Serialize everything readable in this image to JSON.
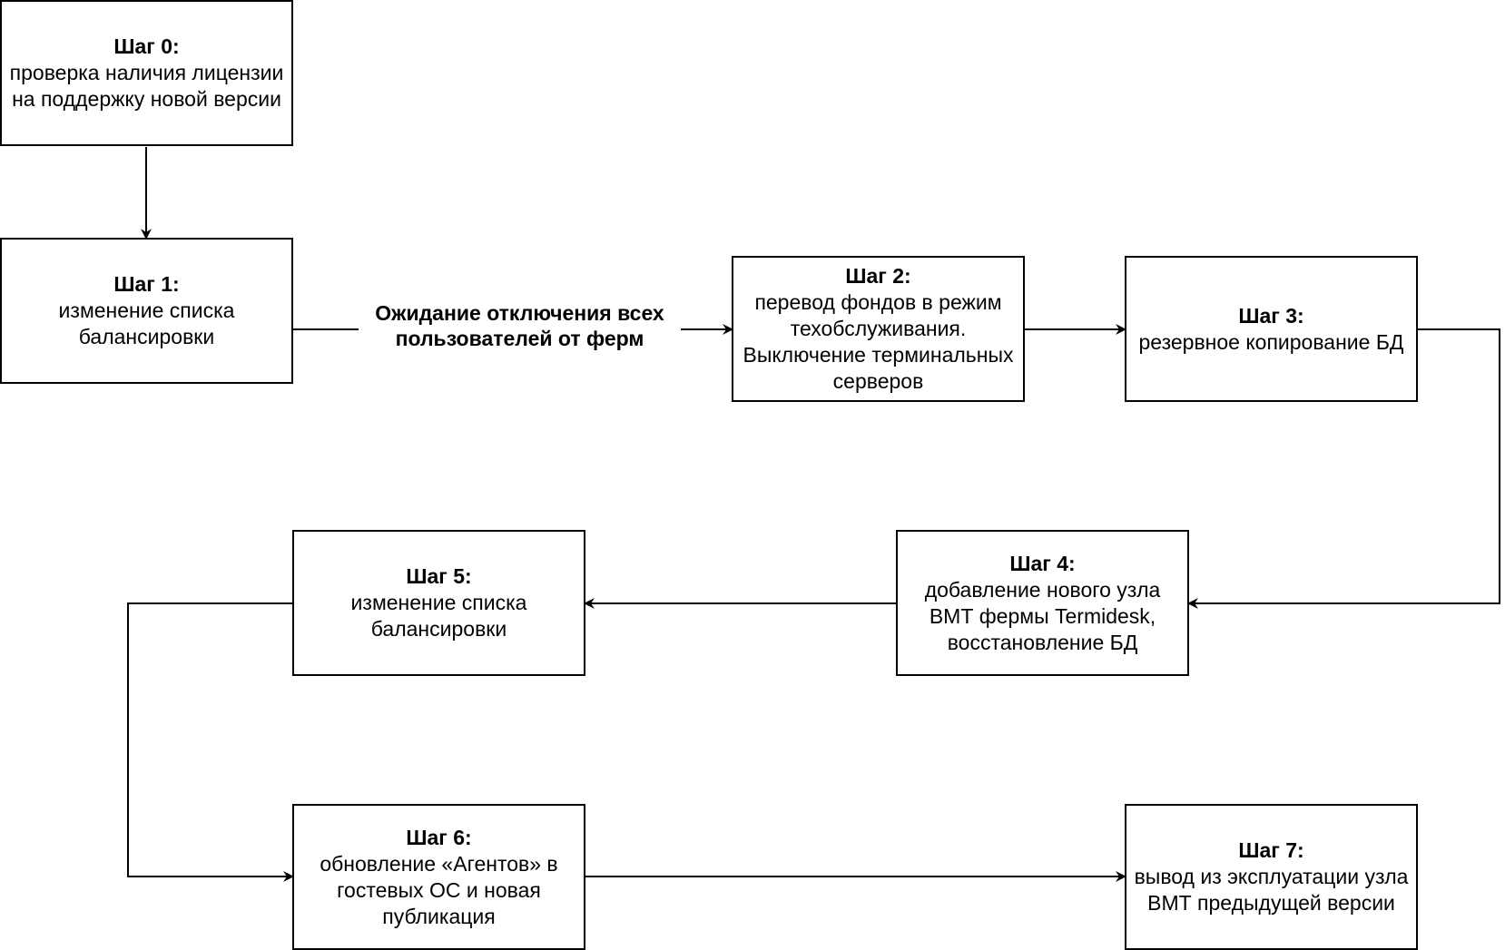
{
  "steps": [
    {
      "title": "Шаг 0:",
      "text": "проверка наличия лицензии на поддержку новой версии"
    },
    {
      "title": "Шаг 1:",
      "text": "изменение списка балансировки"
    },
    {
      "title": "Шаг 2:",
      "text": "перевод фондов в режим техобслуживания. Выключение терминальных серверов"
    },
    {
      "title": "Шаг 3:",
      "text": "резервное копирование БД"
    },
    {
      "title": "Шаг 4:",
      "text": "добавление нового узла ВМТ фермы Termidesk, восстановление БД"
    },
    {
      "title": "Шаг 5:",
      "text": "изменение списка балансировки"
    },
    {
      "title": "Шаг 6:",
      "text": "обновление «Агентов» в гостевых ОС и новая публикация"
    },
    {
      "title": "Шаг 7:",
      "text": "вывод из эксплуатации узла ВМТ предыдущей версии"
    }
  ],
  "wait_label": "Ожидание отключения всех пользователей от ферм"
}
